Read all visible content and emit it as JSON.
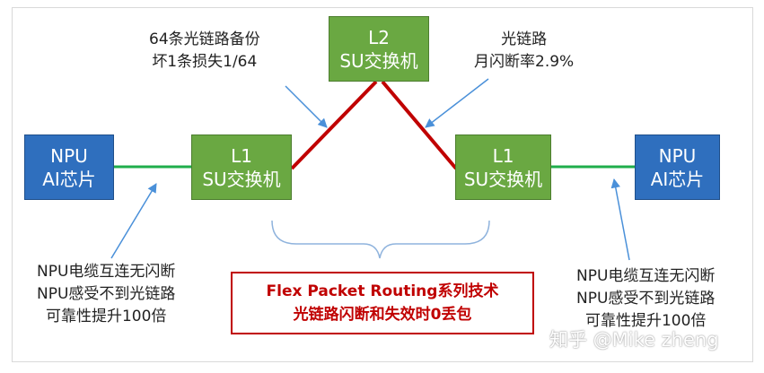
{
  "nodes": {
    "npu_left": {
      "line1": "NPU",
      "line2": "AI芯片"
    },
    "l1_left": {
      "line1": "L1",
      "line2": "SU交换机"
    },
    "l2_top": {
      "line1": "L2",
      "line2": "SU交换机"
    },
    "l1_right": {
      "line1": "L1",
      "line2": "SU交换机"
    },
    "npu_right": {
      "line1": "NPU",
      "line2": "AI芯片"
    }
  },
  "annotations": {
    "backup": {
      "line1": "64条光链路备份",
      "line2": "坏1条损失1/64"
    },
    "failure_rate": {
      "line1": "光链路",
      "line2": "月闪断率2.9%"
    },
    "cable_left": {
      "line1": "NPU电缆互连无闪断",
      "line2": "NPU感受不到光链路",
      "line3": "可靠性提升100倍"
    },
    "cable_right": {
      "line1": "NPU电缆互连无闪断",
      "line2": "NPU感受不到光链路",
      "line3": "可靠性提升100倍"
    }
  },
  "callout": {
    "line1": "Flex Packet Routing系列技术",
    "line2": "光链路闪断和失效时0丢包"
  },
  "watermark": "知乎 @Mike zheng",
  "colors": {
    "npu_box": "#2f6fbe",
    "switch_box": "#6aa842",
    "electric_link": "#1fae4b",
    "optical_link": "#c00000",
    "callout_text": "#c00000"
  }
}
